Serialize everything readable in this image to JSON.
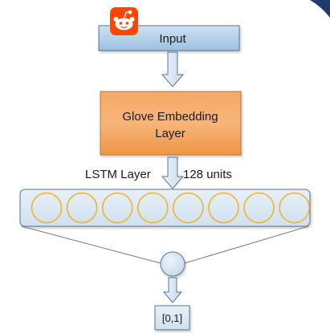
{
  "diagram": {
    "input_label": "Input",
    "input_icon": "reddit-logo-icon",
    "embedding_line1": "Glove Embedding",
    "embedding_line2": "Layer",
    "lstm_label": "LSTM Layer",
    "units_label": "128 units",
    "lstm_cell_count": 8,
    "output_label": "[0,1]"
  },
  "colors": {
    "input_box_top": "#c7dcef",
    "input_box_bottom": "#9fc1e1",
    "embedding_box": "#f7ae6e",
    "embedding_box_dark": "#ee8d3c",
    "lstm_panel": "#dbe9f5",
    "lstm_cell_stroke": "#f0b32a",
    "node_fill": "#d3e4f3",
    "arrow_fill": "#d8e6f2",
    "stroke": "#5a7590",
    "reddit_orange": "#ff4500",
    "corner_accent": "#1f3b6e"
  }
}
